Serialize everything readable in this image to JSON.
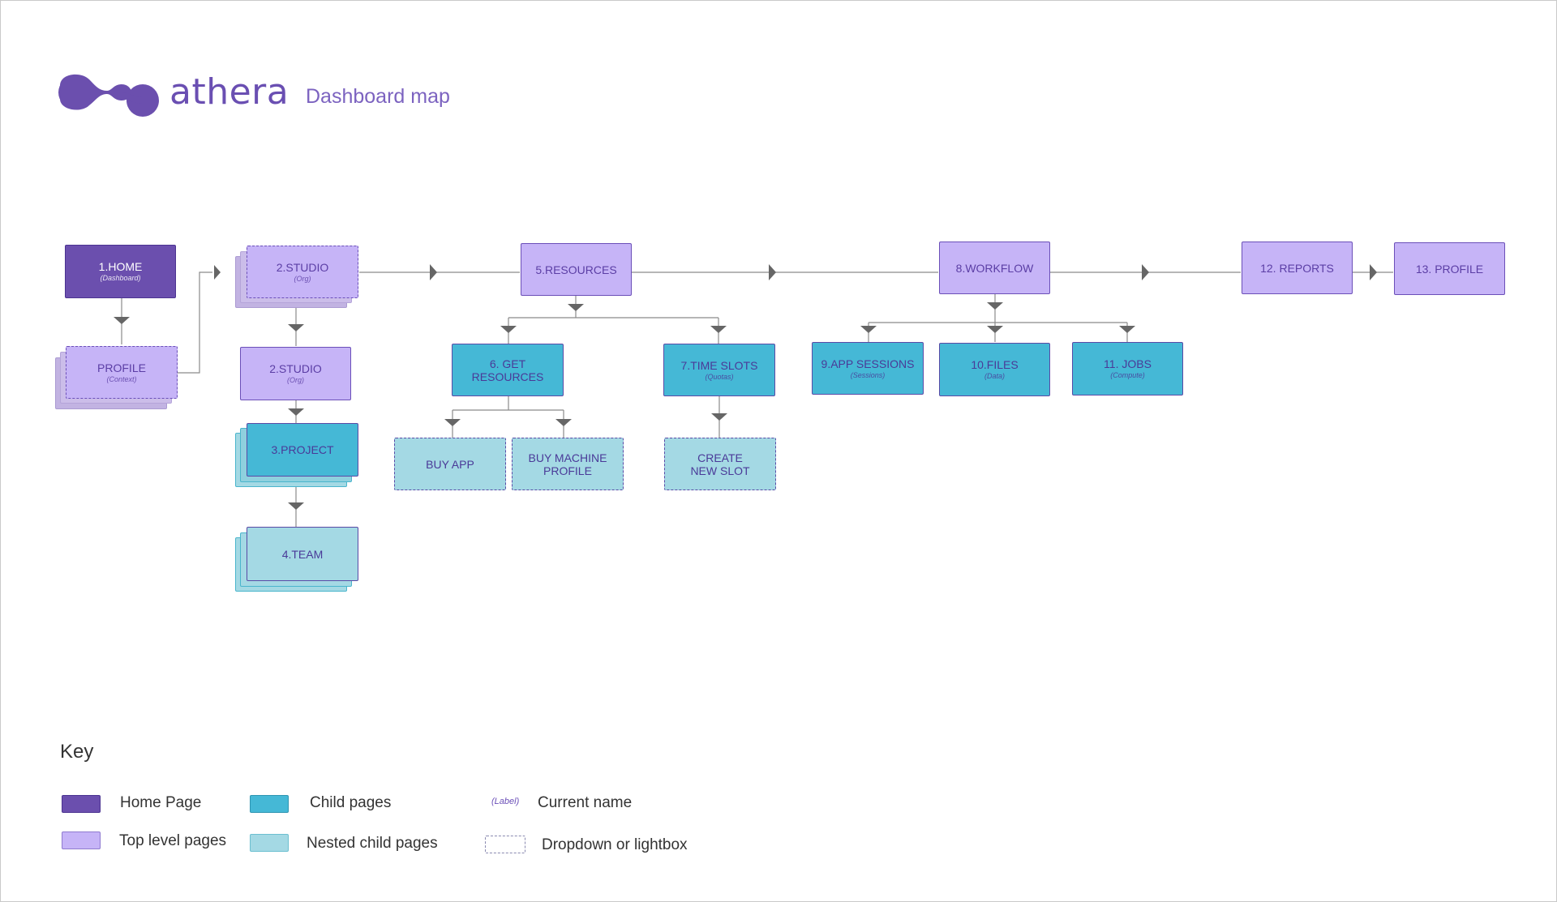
{
  "header": {
    "brand": "athera",
    "title": "Dashboard map"
  },
  "colors": {
    "home": "#6b4fae",
    "top_level": "#c6b4f7",
    "child": "#45b8d6",
    "nested": "#a4d9e4",
    "line": "#8a8a8a",
    "arrow": "#666666"
  },
  "nodes": {
    "home": {
      "label": "1.HOME",
      "sub": "(Dashboard)"
    },
    "profile_context": {
      "label": "PROFILE",
      "sub": "(Context)"
    },
    "studio_dropdown": {
      "label": "2.STUDIO",
      "sub": "(Org)"
    },
    "studio": {
      "label": "2.STUDIO",
      "sub": "(Org)"
    },
    "project": {
      "label": "3.PROJECT"
    },
    "team": {
      "label": "4.TEAM"
    },
    "resources": {
      "label": "5.RESOURCES"
    },
    "get_resources": {
      "label": "6. GET\nRESOURCES"
    },
    "buy_app": {
      "label": "BUY APP"
    },
    "buy_machine_profile": {
      "label": "BUY MACHINE\nPROFILE"
    },
    "time_slots": {
      "label": "7.TIME SLOTS",
      "sub": "(Quotas)"
    },
    "create_new_slot": {
      "label": "CREATE\nNEW SLOT"
    },
    "workflow": {
      "label": "8.WORKFLOW"
    },
    "app_sessions": {
      "label": "9.APP SESSIONS",
      "sub": "(Sessions)"
    },
    "files": {
      "label": "10.FILES",
      "sub": "(Data)"
    },
    "jobs": {
      "label": "11. JOBS",
      "sub": "(Compute)"
    },
    "reports": {
      "label": "12. REPORTS"
    },
    "profile": {
      "label": "13. PROFILE"
    }
  },
  "key": {
    "title": "Key",
    "home_page": "Home Page",
    "top_level_pages": "Top level pages",
    "child_pages": "Child pages",
    "nested_child_pages": "Nested child pages",
    "label_sample": "(Label)",
    "current_name": "Current name",
    "dropdown_or_lightbox": "Dropdown or lightbox"
  }
}
